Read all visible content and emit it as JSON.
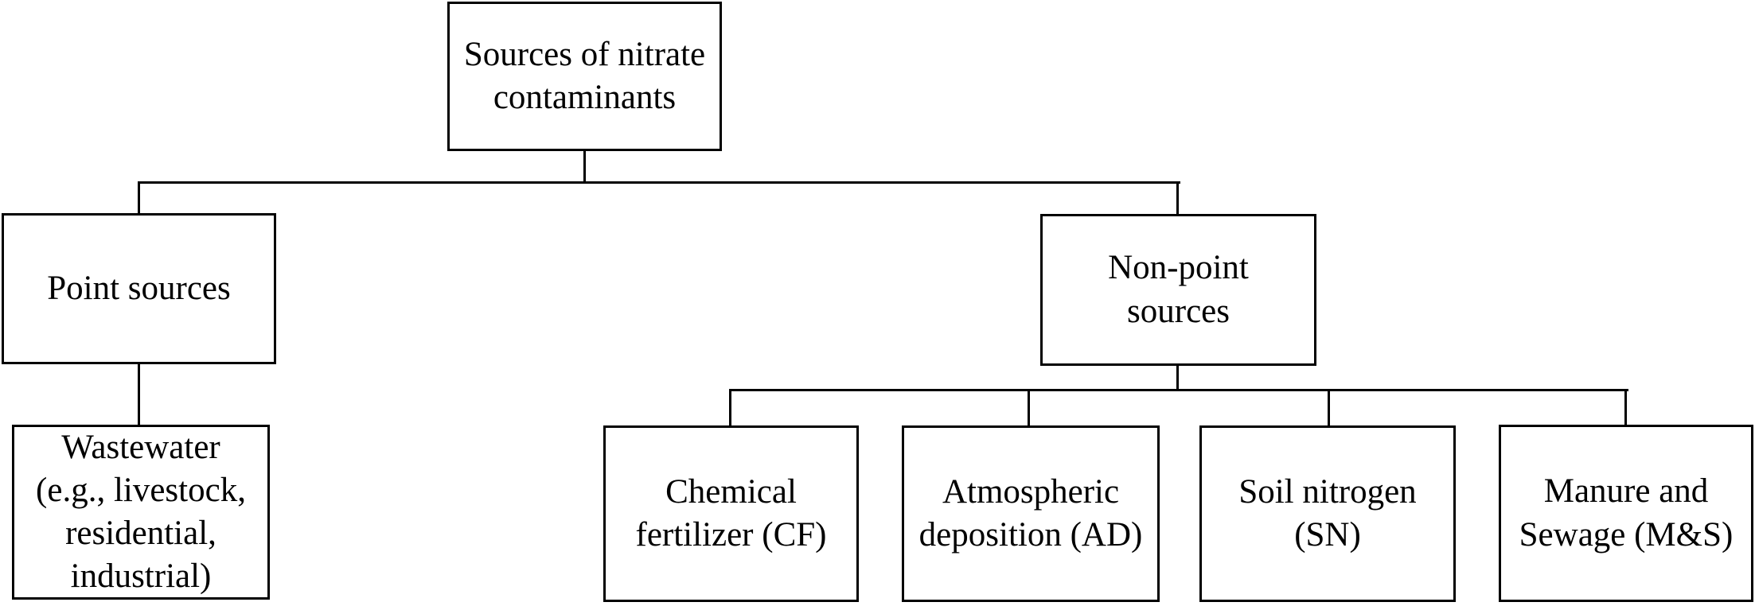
{
  "figure": {
    "type": "tree-flowchart",
    "background_color": "#ffffff",
    "line_color": "#000000",
    "nodes": {
      "root": {
        "label": "Sources of nitrate contaminants",
        "lines": [
          "Sources of nitrate",
          "contaminants"
        ]
      },
      "point": {
        "label": "Point sources",
        "lines": [
          "Point sources"
        ]
      },
      "nonpoint": {
        "label": "Non-point sources",
        "lines": [
          "Non-point",
          "sources"
        ]
      },
      "wastewater": {
        "label": "Wastewater (e.g., livestock, residential, industrial)",
        "lines": [
          "Wastewater",
          "(e.g., livestock,",
          "residential,",
          "industrial)"
        ]
      },
      "cf": {
        "label": "Chemical fertilizer (CF)",
        "lines": [
          "Chemical",
          "fertilizer (CF)"
        ]
      },
      "ad": {
        "label": "Atmospheric deposition (AD)",
        "lines": [
          "Atmospheric",
          "deposition (AD)"
        ]
      },
      "sn": {
        "label": "Soil nitrogen (SN)",
        "lines": [
          "Soil nitrogen",
          "(SN)"
        ]
      },
      "ms": {
        "label": "Manure and Sewage (M&S)",
        "lines": [
          "Manure and",
          "Sewage (M&S)"
        ]
      }
    },
    "edges": [
      {
        "from": "Sources of nitrate contaminants",
        "to": "Point sources"
      },
      {
        "from": "Sources of nitrate contaminants",
        "to": "Non-point sources"
      },
      {
        "from": "Point sources",
        "to": "Wastewater (e.g., livestock, residential, industrial)"
      },
      {
        "from": "Non-point sources",
        "to": "Chemical fertilizer (CF)"
      },
      {
        "from": "Non-point sources",
        "to": "Atmospheric deposition (AD)"
      },
      {
        "from": "Non-point sources",
        "to": "Soil nitrogen (SN)"
      },
      {
        "from": "Non-point sources",
        "to": "Manure and Sewage (M&S)"
      }
    ]
  }
}
